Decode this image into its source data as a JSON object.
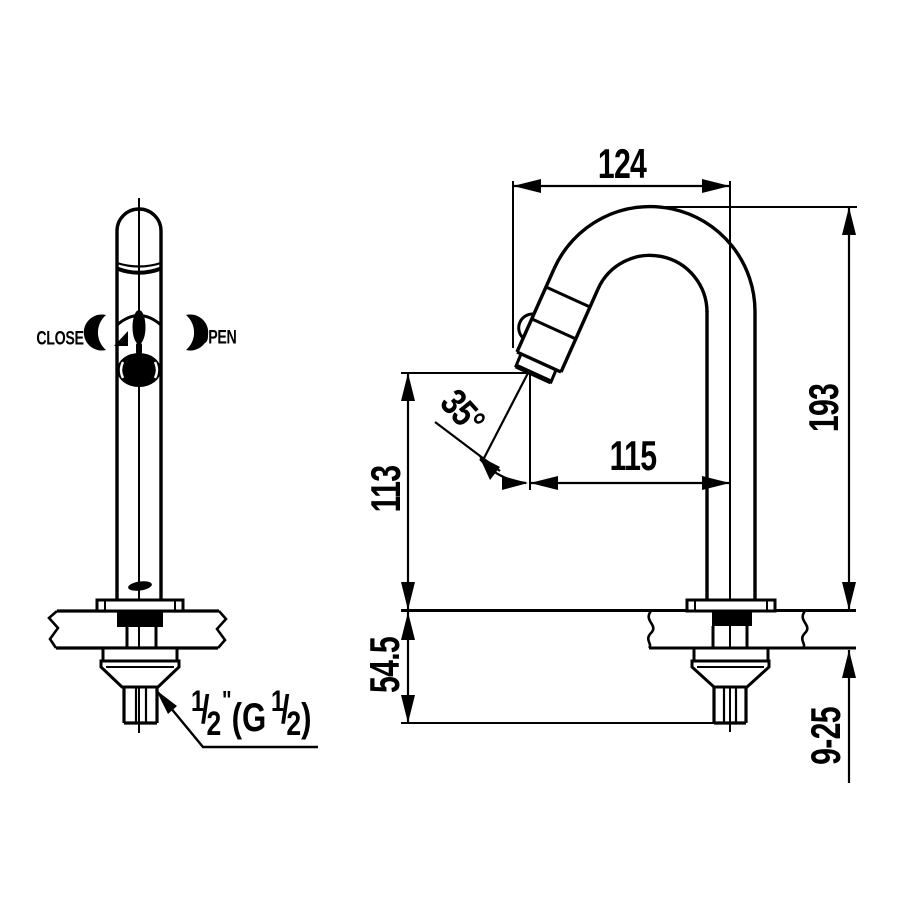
{
  "colors": {
    "line": "#000000",
    "background": "#ffffff"
  },
  "front_view": {
    "close_label": "CLOSE",
    "open_label": "OPEN",
    "thread_label": {
      "numerator_1": "1",
      "slash_1": "/",
      "denominator_1": "2",
      "inch_mark": "\"",
      "group_open": "(G",
      "numerator_2": "1",
      "slash_2": "/",
      "denominator_2": "2",
      "group_close": ")"
    }
  },
  "side_view": {
    "dimensions": {
      "spout_reach_overall": "124",
      "overall_height": "193",
      "spout_outlet_height": "113",
      "spout_outlet_reach": "115",
      "spout_angle": "35°",
      "under_deck_length": "54.5",
      "deck_thickness_range": "9-25"
    }
  }
}
